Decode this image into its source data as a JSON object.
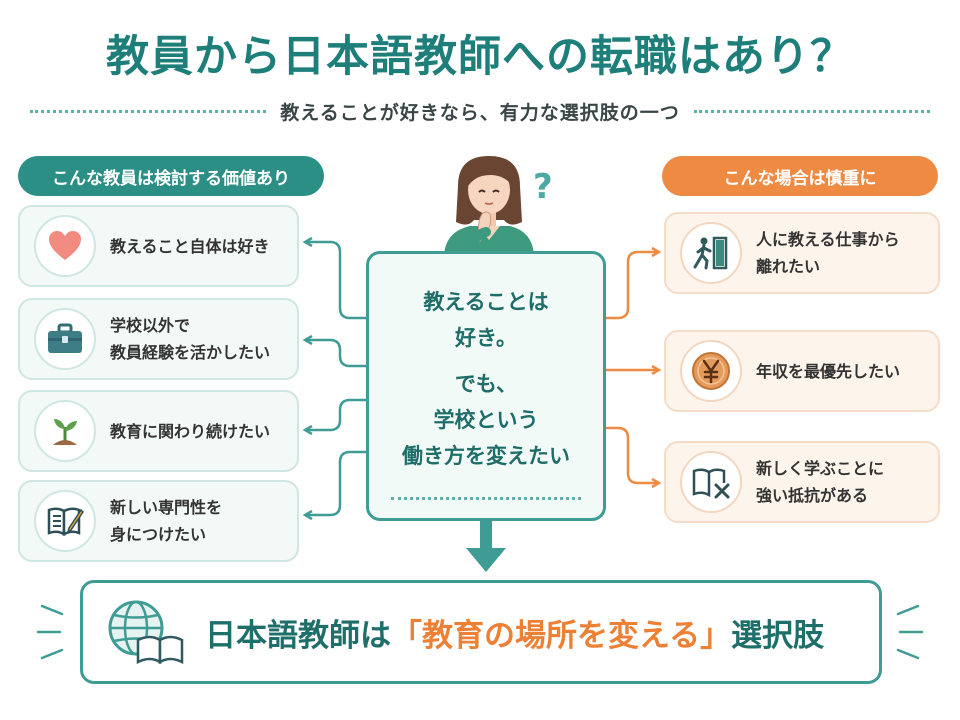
{
  "title": "教員から日本語教師への転職はあり？",
  "subtitle": "教えることが好きなら、有力な選択肢の一つ",
  "left": {
    "header": "こんな教員は検討する価値あり",
    "items": [
      {
        "icon": "heart-icon",
        "lines": [
          "教えること自体は好き"
        ]
      },
      {
        "icon": "briefcase-icon",
        "lines": [
          "学校以外で",
          "教員経験を活かしたい"
        ]
      },
      {
        "icon": "sprout-icon",
        "lines": [
          "教育に関わり続けたい"
        ]
      },
      {
        "icon": "notebook-pen-icon",
        "lines": [
          "新しい専門性を",
          "身につけたい"
        ]
      }
    ]
  },
  "right": {
    "header": "こんな場合は慎重に",
    "items": [
      {
        "icon": "exit-door-icon",
        "lines": [
          "人に教える仕事から",
          "離れたい"
        ]
      },
      {
        "icon": "yen-coin-icon",
        "lines": [
          "年収を最優先したい"
        ]
      },
      {
        "icon": "book-x-icon",
        "lines": [
          "新しく学ぶことに",
          "強い抵抗がある"
        ]
      }
    ]
  },
  "center": {
    "lines": [
      "教えることは",
      "好き。",
      "でも、",
      "学校という",
      "働き方を変えたい"
    ],
    "thought": "?"
  },
  "bottom": {
    "before": "日本語教師は",
    "highlight": "「教育の場所を変える」",
    "after": "選択肢"
  },
  "colors": {
    "teal": "#2b8f86",
    "orange": "#ef8a43",
    "dark_teal": "#1e7f7a"
  }
}
